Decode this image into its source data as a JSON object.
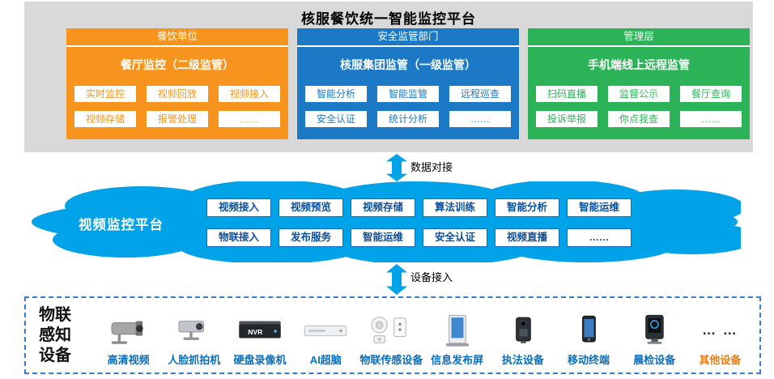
{
  "title": "核服餐饮统一智能监控平台",
  "platform": {
    "columns": [
      {
        "header": "餐饮单位",
        "subtitle": "餐厅监控（二级监管）",
        "buttons": [
          "实时监控",
          "视频回放",
          "视频接入",
          "视频存储",
          "报警处理",
          "……"
        ]
      },
      {
        "header": "安全监管部门",
        "subtitle": "核服集团监管（一级监管）",
        "buttons": [
          "智能分析",
          "智能监管",
          "远程巡查",
          "安全认证",
          "统计分析",
          "……"
        ]
      },
      {
        "header": "管理层",
        "subtitle": "手机端线上远程监管",
        "buttons": [
          "扫码直播",
          "监督公示",
          "餐厅查询",
          "投诉举报",
          "你点我查",
          "……"
        ]
      }
    ]
  },
  "connectors": [
    {
      "label": "数据对接",
      "icon": "double-arrow-icon"
    },
    {
      "label": "设备接入",
      "icon": "double-arrow-icon"
    }
  ],
  "cloud": {
    "label": "视频监控平台",
    "rows": [
      [
        "视频接入",
        "视频预览",
        "视频存储",
        "算法训练",
        "智能分析",
        "智能运维"
      ],
      [
        "物联接入",
        "发布服务",
        "智能运维",
        "安全认证",
        "视频直播",
        "……"
      ]
    ]
  },
  "devices": {
    "panel_label_lines": [
      "物联",
      "感知",
      "设备"
    ],
    "items": [
      {
        "name": "高清视频",
        "icon": "hd-camera-icon"
      },
      {
        "name": "人脸抓拍机",
        "icon": "face-capture-camera-icon"
      },
      {
        "name": "硬盘录像机",
        "icon": "nvr-icon",
        "icon_text": "NVR"
      },
      {
        "name": "AI超脑",
        "icon": "ai-box-icon"
      },
      {
        "name": "物联传感设备",
        "icon": "iot-sensors-icon"
      },
      {
        "name": "信息发布屏",
        "icon": "info-screen-icon"
      },
      {
        "name": "执法设备",
        "icon": "bodycam-icon"
      },
      {
        "name": "移动终端",
        "icon": "smartphone-icon"
      },
      {
        "name": "晨检设备",
        "icon": "morning-check-terminal-icon"
      },
      {
        "name": "其他设备",
        "icon": "ellipsis-icon",
        "icon_text": "… …"
      }
    ]
  },
  "colors": {
    "panel_bg": "#d9d9d9",
    "orange": "#f7941d",
    "blue": "#1b79c6",
    "green": "#2db357",
    "cloud": "#00a2e8",
    "cloud_btn_border": "#0d6db8",
    "cloud_btn_text": "#0a4e9e",
    "device_label": "#0a6ebd",
    "device_label_other": "#e87c12",
    "dashed_border": "#3a7cc3",
    "arrow": "#00a2e8"
  }
}
